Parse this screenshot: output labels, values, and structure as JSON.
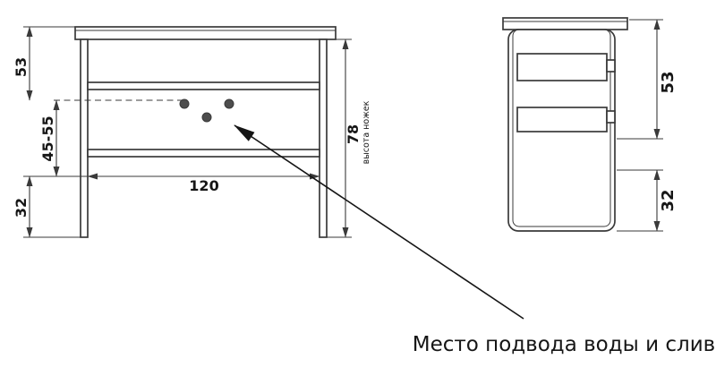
{
  "colors": {
    "line": "#3a3a3a",
    "text": "#161616",
    "background": "#ffffff"
  },
  "front_view": {
    "dim_top": "53",
    "dim_mid": "45-55",
    "dim_bottom": "32",
    "dim_width": "120",
    "dim_leg_height": "78",
    "leg_height_note": "высота ножек"
  },
  "side_view": {
    "dim_top": "53",
    "dim_bottom": "32"
  },
  "callout": {
    "label": "Место подвода воды и слив"
  }
}
